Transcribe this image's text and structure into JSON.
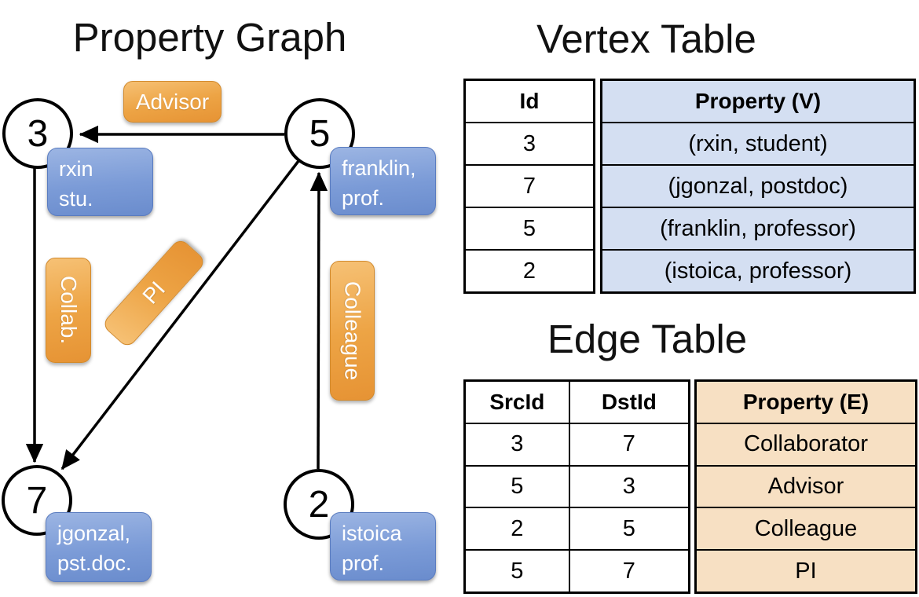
{
  "graph": {
    "title": "Property Graph",
    "nodes": [
      {
        "id": "3",
        "property": [
          "rxin",
          "stu."
        ]
      },
      {
        "id": "5",
        "property": [
          "franklin,",
          "prof."
        ]
      },
      {
        "id": "7",
        "property": [
          "jgonzal,",
          "pst.doc."
        ]
      },
      {
        "id": "2",
        "property": [
          "istoica",
          "prof."
        ]
      }
    ],
    "edge_labels": {
      "advisor": "Advisor",
      "collab": "Collab.",
      "pi": "PI",
      "colleague": "Colleague"
    }
  },
  "vertex_table": {
    "title": "Vertex Table",
    "columns": {
      "id": "Id",
      "property": "Property (V)"
    },
    "rows": [
      {
        "id": "3",
        "property": "(rxin, student)"
      },
      {
        "id": "7",
        "property": "(jgonzal, postdoc)"
      },
      {
        "id": "5",
        "property": "(franklin, professor)"
      },
      {
        "id": "2",
        "property": "(istoica, professor)"
      }
    ]
  },
  "edge_table": {
    "title": "Edge Table",
    "columns": {
      "src": "SrcId",
      "dst": "DstId",
      "property": "Property (E)"
    },
    "rows": [
      {
        "src": "3",
        "dst": "7",
        "property": "Collaborator"
      },
      {
        "src": "5",
        "dst": "3",
        "property": "Advisor"
      },
      {
        "src": "2",
        "dst": "5",
        "property": "Colleague"
      },
      {
        "src": "5",
        "dst": "7",
        "property": "PI"
      }
    ]
  },
  "colors": {
    "edge_accent_orange": "#eda445",
    "vertex_accent_blue": "#7b9bd7",
    "vertex_cell_bg": "#d4dff2",
    "edge_cell_bg": "#f7e0c3",
    "line_black": "#000000"
  }
}
